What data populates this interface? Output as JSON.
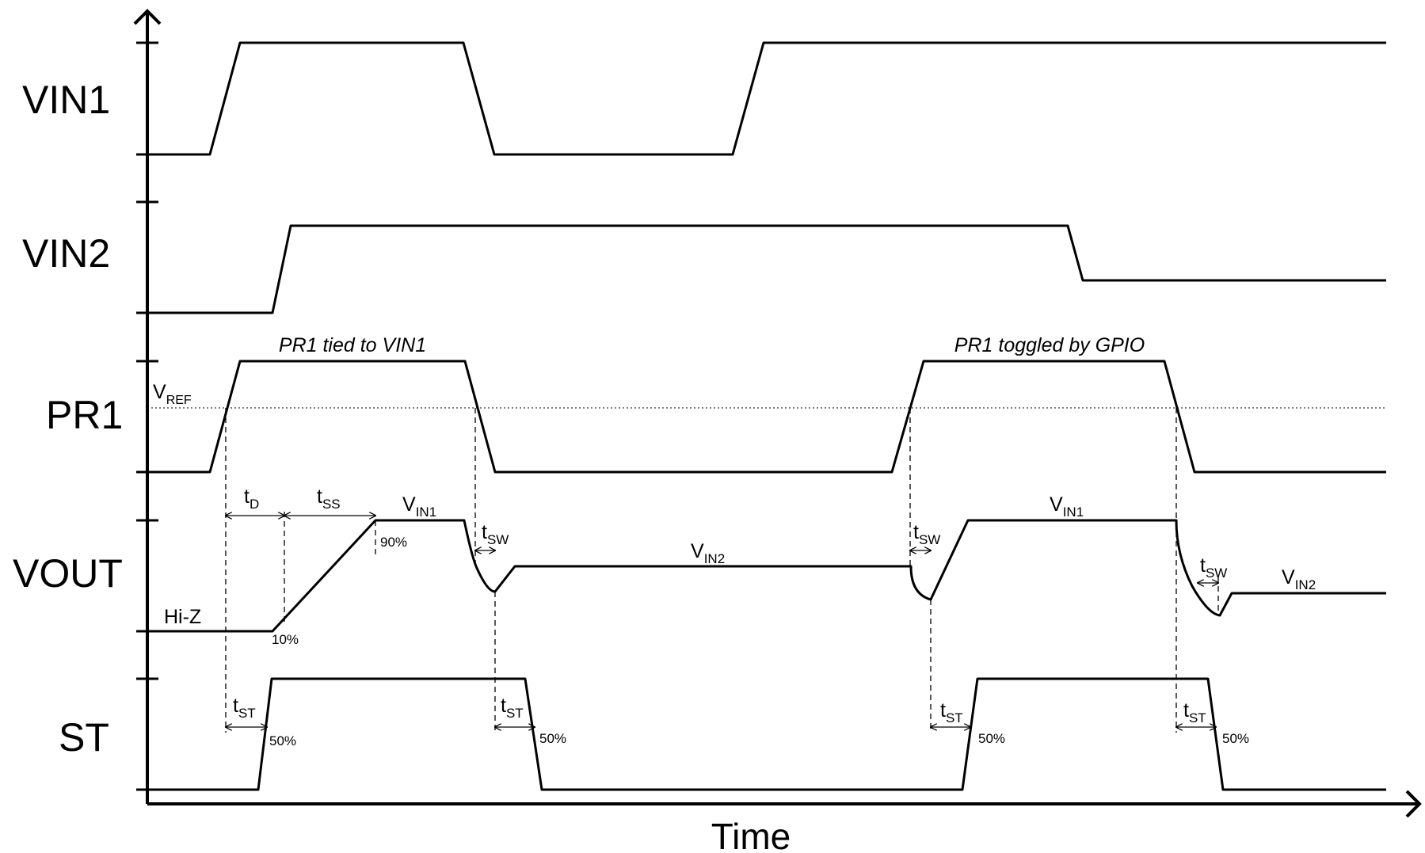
{
  "signals": {
    "vin1": "VIN1",
    "vin2": "VIN2",
    "pr1": "PR1",
    "vout": "VOUT",
    "st": "ST"
  },
  "annotations": {
    "pr1_tied": "PR1 tied to VIN1",
    "pr1_toggled": "PR1 toggled by GPIO",
    "vref_main": "V",
    "vref_sub": "REF",
    "td_main": "t",
    "td_sub": "D",
    "tss_main": "t",
    "tss_sub": "SS",
    "tsw_main": "t",
    "tsw_sub": "SW",
    "tst_main": "t",
    "tst_sub": "ST",
    "v_main": "V",
    "vin1_sub": "IN1",
    "vin2_sub": "IN2",
    "hiz": "Hi-Z",
    "pct90": "90%",
    "pct10": "10%",
    "pct50": "50%"
  },
  "axis": {
    "x_title": "Time"
  }
}
